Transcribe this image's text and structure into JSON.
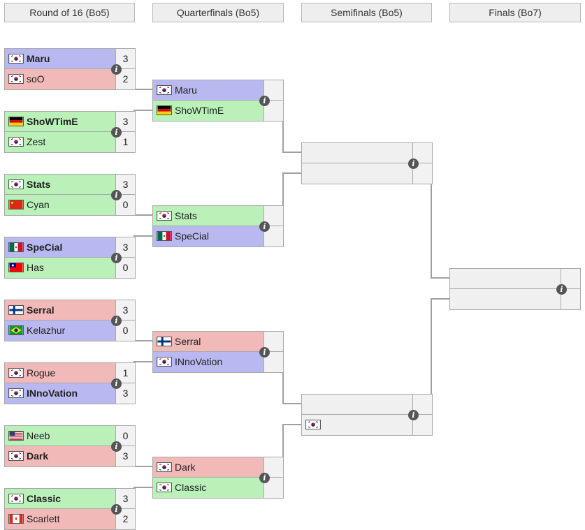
{
  "headers": [
    "Round of 16 (Bo5)",
    "Quarterfinals (Bo5)",
    "Semifinals (Bo5)",
    "Finals (Bo7)"
  ],
  "colors": {
    "blue": "#b8b9f0",
    "red": "#f2b9b9",
    "green": "#b9f1b9",
    "gray": "#f0f0f0",
    "line": "#a0a0a0"
  },
  "info_icon": "info-icon",
  "round16": [
    {
      "p1": {
        "name": "Maru",
        "flag": "kr",
        "score": "3",
        "win": true,
        "color": "blue"
      },
      "p2": {
        "name": "soO",
        "flag": "kr",
        "score": "2",
        "win": false,
        "color": "red"
      }
    },
    {
      "p1": {
        "name": "ShoWTimE",
        "flag": "de",
        "score": "3",
        "win": true,
        "color": "green"
      },
      "p2": {
        "name": "Zest",
        "flag": "kr",
        "score": "1",
        "win": false,
        "color": "green"
      }
    },
    {
      "p1": {
        "name": "Stats",
        "flag": "kr",
        "score": "3",
        "win": true,
        "color": "green"
      },
      "p2": {
        "name": "Cyan",
        "flag": "cn",
        "score": "0",
        "win": false,
        "color": "green"
      }
    },
    {
      "p1": {
        "name": "SpeCial",
        "flag": "mx",
        "score": "3",
        "win": true,
        "color": "blue"
      },
      "p2": {
        "name": "Has",
        "flag": "tw",
        "score": "0",
        "win": false,
        "color": "green"
      }
    },
    {
      "p1": {
        "name": "Serral",
        "flag": "fi",
        "score": "3",
        "win": true,
        "color": "red"
      },
      "p2": {
        "name": "Kelazhur",
        "flag": "br",
        "score": "0",
        "win": false,
        "color": "blue"
      }
    },
    {
      "p1": {
        "name": "Rogue",
        "flag": "kr",
        "score": "1",
        "win": false,
        "color": "red"
      },
      "p2": {
        "name": "INnoVation",
        "flag": "kr",
        "score": "3",
        "win": true,
        "color": "blue"
      }
    },
    {
      "p1": {
        "name": "Neeb",
        "flag": "us",
        "score": "0",
        "win": false,
        "color": "green"
      },
      "p2": {
        "name": "Dark",
        "flag": "kr",
        "score": "3",
        "win": true,
        "color": "red"
      }
    },
    {
      "p1": {
        "name": "Classic",
        "flag": "kr",
        "score": "3",
        "win": true,
        "color": "green"
      },
      "p2": {
        "name": "Scarlett",
        "flag": "ca",
        "score": "2",
        "win": false,
        "color": "red"
      }
    }
  ],
  "quarterfinals": [
    {
      "p1": {
        "name": "Maru",
        "flag": "kr",
        "score": "",
        "color": "blue"
      },
      "p2": {
        "name": "ShoWTimE",
        "flag": "de",
        "score": "",
        "color": "green"
      }
    },
    {
      "p1": {
        "name": "Stats",
        "flag": "kr",
        "score": "",
        "color": "green"
      },
      "p2": {
        "name": "SpeCial",
        "flag": "mx",
        "score": "",
        "color": "blue"
      }
    },
    {
      "p1": {
        "name": "Serral",
        "flag": "fi",
        "score": "",
        "color": "red"
      },
      "p2": {
        "name": "INnoVation",
        "flag": "kr",
        "score": "",
        "color": "blue"
      }
    },
    {
      "p1": {
        "name": "Dark",
        "flag": "kr",
        "score": "",
        "color": "red"
      },
      "p2": {
        "name": "Classic",
        "flag": "kr",
        "score": "",
        "color": "green"
      }
    }
  ],
  "semifinals": [
    {
      "p1": {
        "name": "",
        "flag": "",
        "score": "",
        "color": "gray"
      },
      "p2": {
        "name": "",
        "flag": "",
        "score": "",
        "color": "gray"
      }
    },
    {
      "p1": {
        "name": "",
        "flag": "",
        "score": "",
        "color": "gray"
      },
      "p2": {
        "name": "",
        "flag": "kr",
        "score": "",
        "color": "gray"
      }
    }
  ],
  "finals": [
    {
      "p1": {
        "name": "",
        "flag": "",
        "score": "",
        "color": "gray"
      },
      "p2": {
        "name": "",
        "flag": "",
        "score": "",
        "color": "gray"
      }
    }
  ]
}
